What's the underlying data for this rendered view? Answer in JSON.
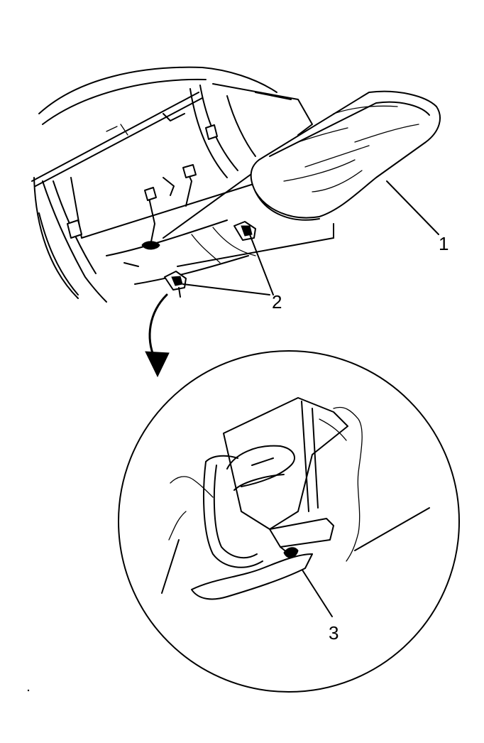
{
  "callouts": {
    "one": "1",
    "two": "2",
    "three": "3"
  },
  "colors": {
    "line": "#000000",
    "background": "#ffffff"
  }
}
